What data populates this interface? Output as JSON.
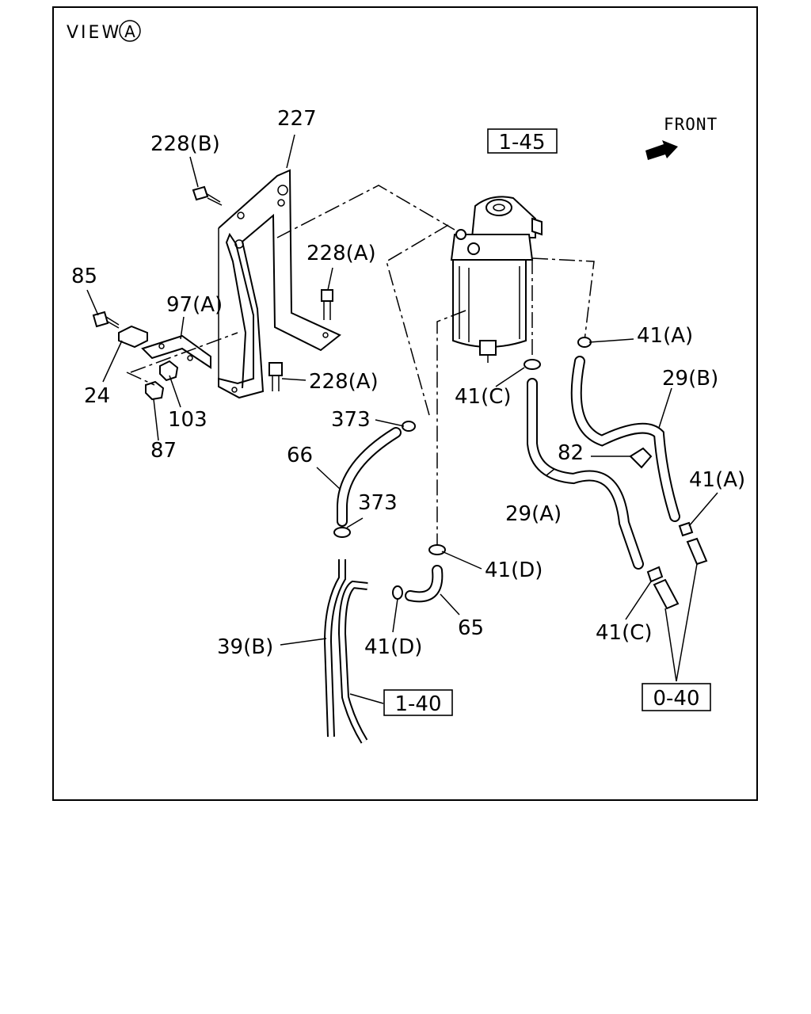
{
  "view": {
    "label": "VIEW",
    "circle_letter": "A"
  },
  "front": {
    "label": "FRONT"
  },
  "callouts": {
    "c227": "227",
    "c228b": "228(B)",
    "c228a_top": "228(A)",
    "c228a_bottom": "228(A)",
    "c85": "85",
    "c97a": "97(A)",
    "c24": "24",
    "c103": "103",
    "c87": "87",
    "c373_top": "373",
    "c373_mid": "373",
    "c66": "66",
    "c65": "65",
    "c39b": "39(B)",
    "c41a_top": "41(A)",
    "c41a_right": "41(A)",
    "c41c_top": "41(C)",
    "c41c_bottom": "41(C)",
    "c41d_right": "41(D)",
    "c41d_bottom": "41(D)",
    "c29b": "29(B)",
    "c29a": "29(A)",
    "c82": "82"
  },
  "references": {
    "r145": "1-45",
    "r140": "1-40",
    "r040": "0-40"
  }
}
